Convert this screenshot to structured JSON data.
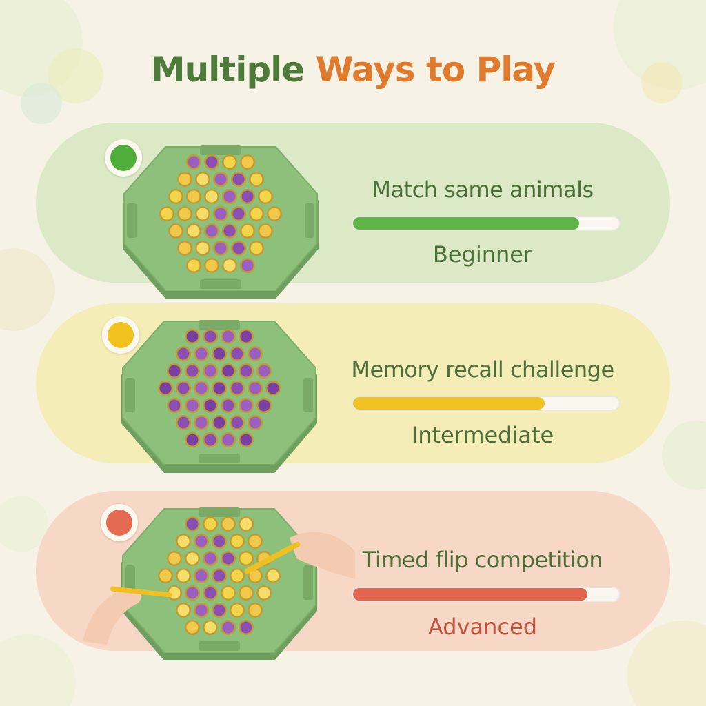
{
  "title": {
    "part1": "Multiple",
    "part2": "Ways to Play"
  },
  "colors": {
    "title_green": "#4e7a3a",
    "title_orange": "#e07b2e",
    "board": "#8dc07a"
  },
  "modes": [
    {
      "name": "Match same animals",
      "level": "Beginner",
      "progress": 0.85,
      "dot_color": "#4fae3a",
      "bar_color": "#5fb548",
      "card_color": "#dbe9c6",
      "level_color": "#4c6f3a"
    },
    {
      "name": "Memory recall challenge",
      "level": "Intermediate",
      "progress": 0.72,
      "dot_color": "#f1c21d",
      "bar_color": "#f0c322",
      "card_color": "#f5edb7",
      "level_color": "#4c6f3a"
    },
    {
      "name": "Timed flip competition",
      "level": "Advanced",
      "progress": 0.88,
      "dot_color": "#e46a52",
      "bar_color": "#e5644e",
      "card_color": "#f7d7c6",
      "level_color": "#c4533b"
    }
  ]
}
